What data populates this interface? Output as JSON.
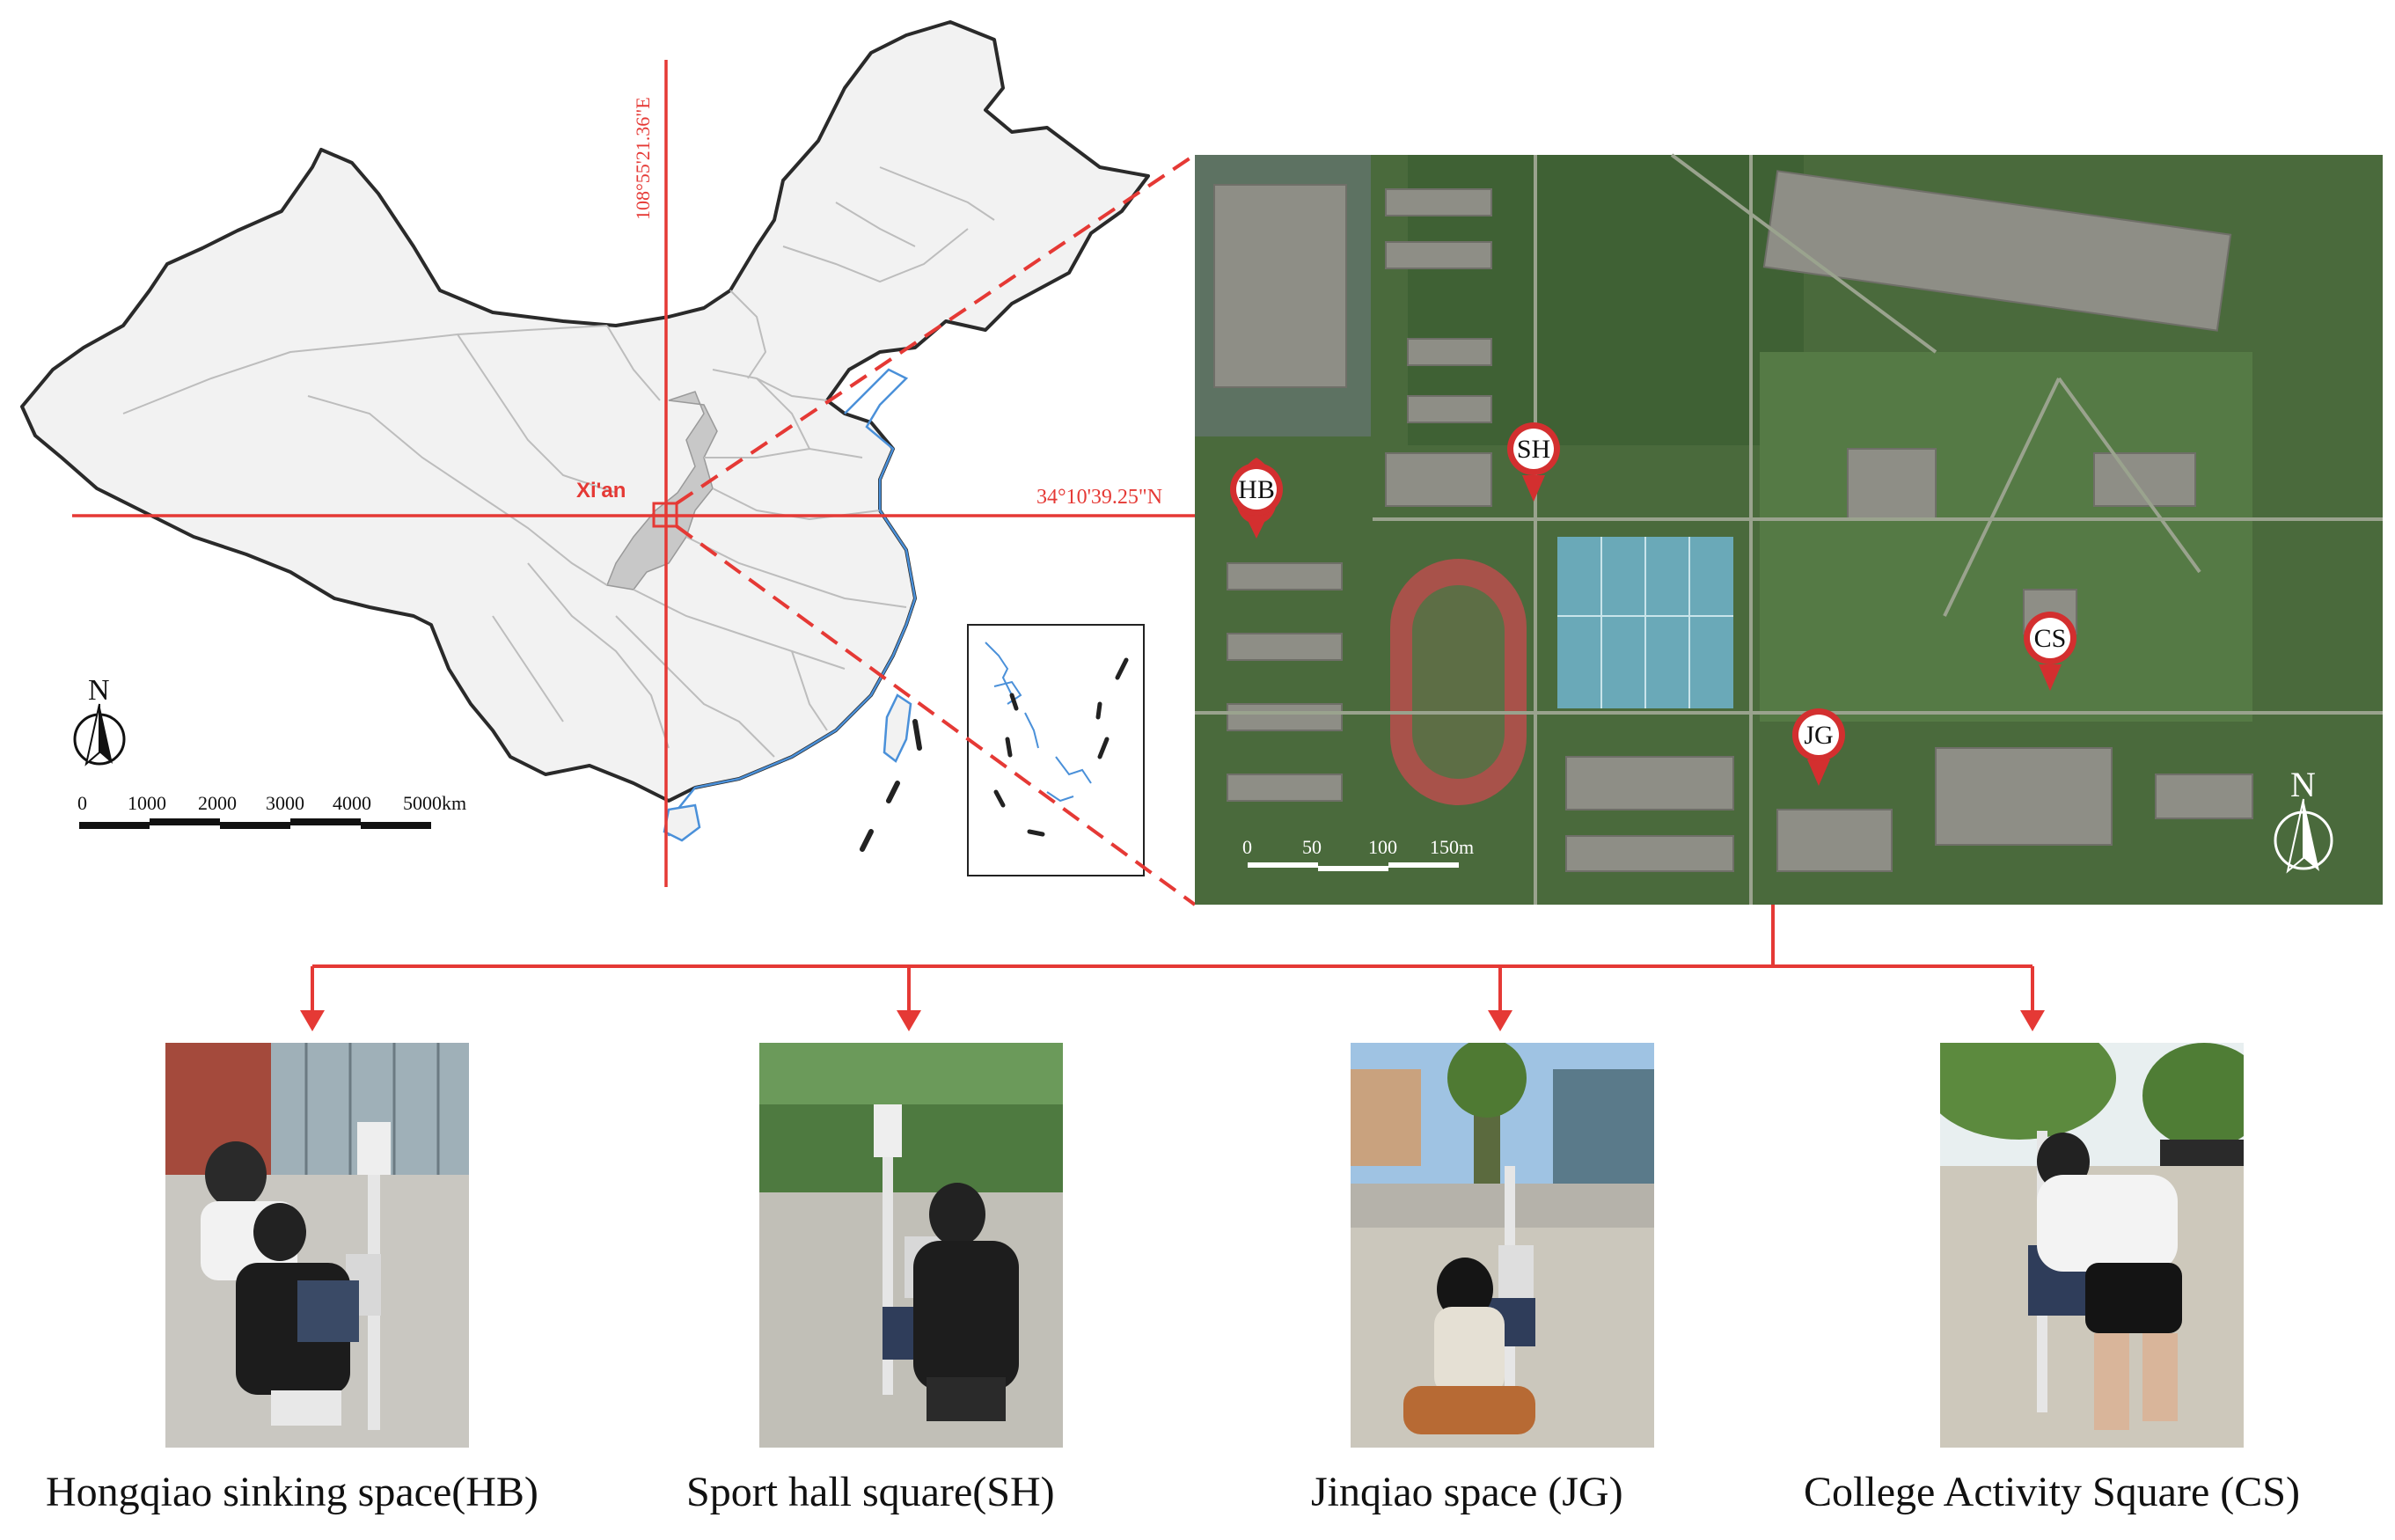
{
  "map_china": {
    "city_label": "Xi'an",
    "longitude_label": "108°55'21.36\"E",
    "latitude_label": "34°10'39.25\"N",
    "north_label": "N",
    "scale_labels": [
      "0",
      "1000",
      "2000",
      "3000",
      "4000",
      "5000km"
    ]
  },
  "satellite": {
    "north_label": "N",
    "scale_labels": [
      "0",
      "50",
      "100",
      "150m"
    ],
    "pins": [
      {
        "id": "HB",
        "label": "HB"
      },
      {
        "id": "SH",
        "label": "SH"
      },
      {
        "id": "CS",
        "label": "CS"
      },
      {
        "id": "JG",
        "label": "JG"
      }
    ]
  },
  "colors": {
    "accent_red": "#e53935",
    "pin_red": "#d32f2f",
    "sea_blue": "#4a90d9",
    "region_gray": "#c8c8c8",
    "land_fill": "#f2f2f2"
  },
  "sites": [
    {
      "id": "HB",
      "caption": "Hongqiao sinking space(HB)"
    },
    {
      "id": "SH",
      "caption": "Sport hall square(SH)"
    },
    {
      "id": "JG",
      "caption": "Jinqiao space (JG)"
    },
    {
      "id": "CS",
      "caption": "College Activity Square (CS)"
    }
  ]
}
